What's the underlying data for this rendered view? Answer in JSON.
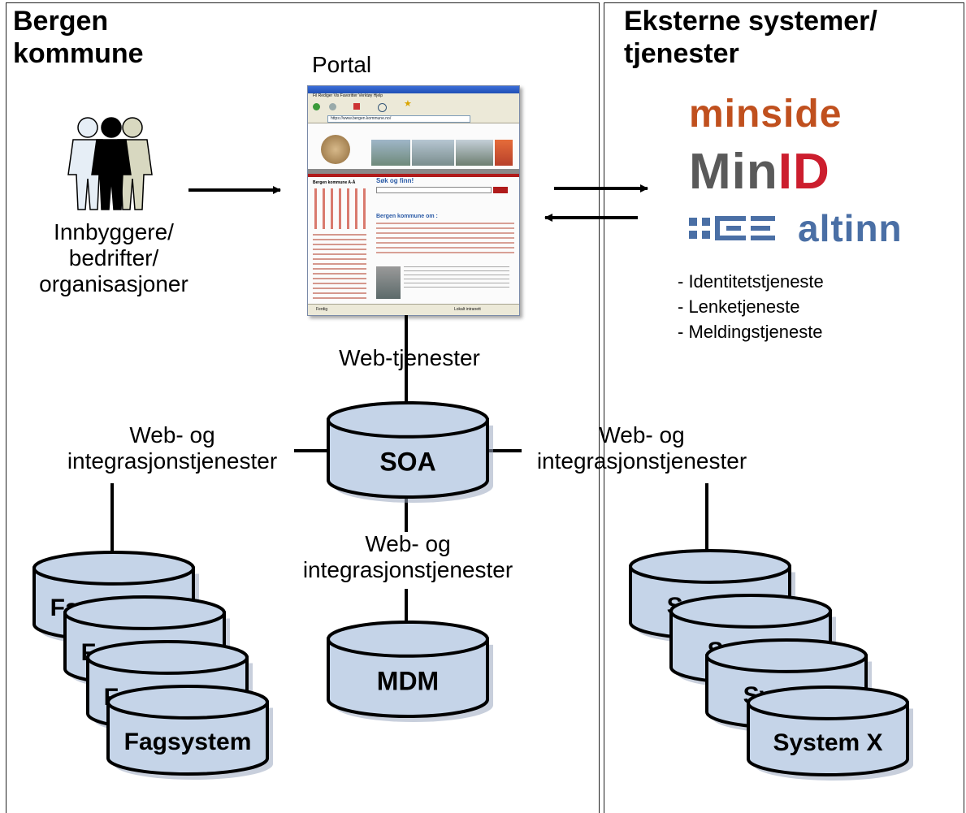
{
  "left_panel": {
    "title": "Bergen\nkommune"
  },
  "right_panel": {
    "title": "Eksterne systemer/\ntjenester"
  },
  "portal": {
    "label": "Portal",
    "browser": {
      "menu": "Fil  Rediger  Vis  Favoritter  Verktøy  Hjelp",
      "address": "https://www.bergen.kommune.no/",
      "heading": "Søk og finn!",
      "section": "Bergen kommune om :",
      "side_heading": "Bergen kommune A-Å",
      "status_left": "Ferdig",
      "status_right": "Lokalt intranett"
    }
  },
  "users": {
    "label": "Innbyggere/\nbedrifter/\norganisasjoner"
  },
  "labels": {
    "web_services": "Web-tjenester",
    "web_integration_left": "Web- og\nintegrasjonstjenester",
    "web_integration_right": "Web- og\nintegrasjonstjenester",
    "web_integration_bottom": "Web- og\nintegrasjonstjenester"
  },
  "databases": {
    "soa": "SOA",
    "mdm": "MDM",
    "fagsystem_stack": [
      "Fagsystem",
      "Fagsystem",
      "Fagsystem",
      "Fagsystem"
    ],
    "system_stack": [
      "System",
      "System",
      "System",
      "System X"
    ]
  },
  "logos": {
    "minside": "minside",
    "minid_a": "Min",
    "minid_b": "ID",
    "altinn": "altinn"
  },
  "services": [
    "- Identitetstjeneste",
    "- Lenketjeneste",
    "- Meldingstjeneste"
  ],
  "colors": {
    "db_fill": "#c5d4e8",
    "db_shadow": "#9aa8c0",
    "minside": "#c0501e",
    "minid_grey": "#5a5a5a",
    "minid_red": "#cc1e2e",
    "altinn": "#4a6fa5"
  }
}
